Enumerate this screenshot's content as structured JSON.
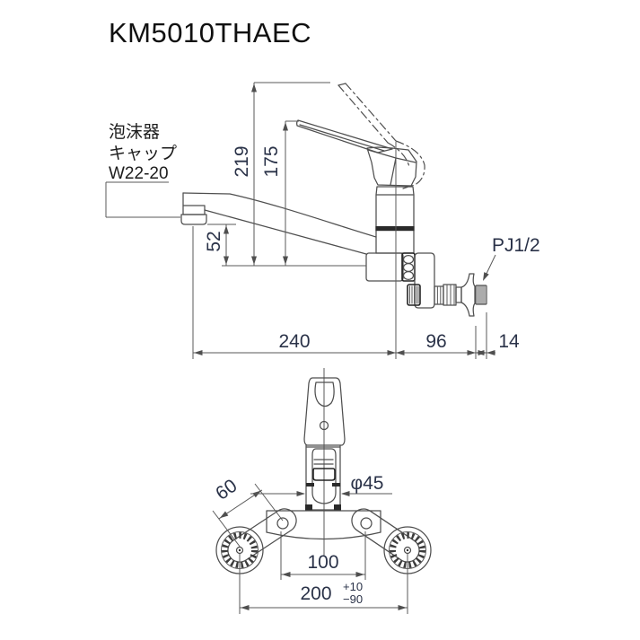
{
  "title": "KM5010THAEC",
  "side_view": {
    "aerator_label": [
      "泡沫器",
      "キャップ",
      "W22-20"
    ],
    "thread_label": "PJ1/2",
    "dims": {
      "total_height": "219",
      "spout_height": "175",
      "outlet_drop": "52",
      "reach": "240",
      "wall_offset": "96",
      "thread_len": "14"
    }
  },
  "front_view": {
    "dims": {
      "leg": "60",
      "diameter": "φ45",
      "pitch": "100",
      "span": "200",
      "tol_plus": "+10",
      "tol_minus": "−90"
    }
  },
  "colors": {
    "line": "#4f4f4f",
    "dark_accent": "#2a2a2a",
    "dim_text": "#2a3248",
    "background": "#ffffff"
  }
}
